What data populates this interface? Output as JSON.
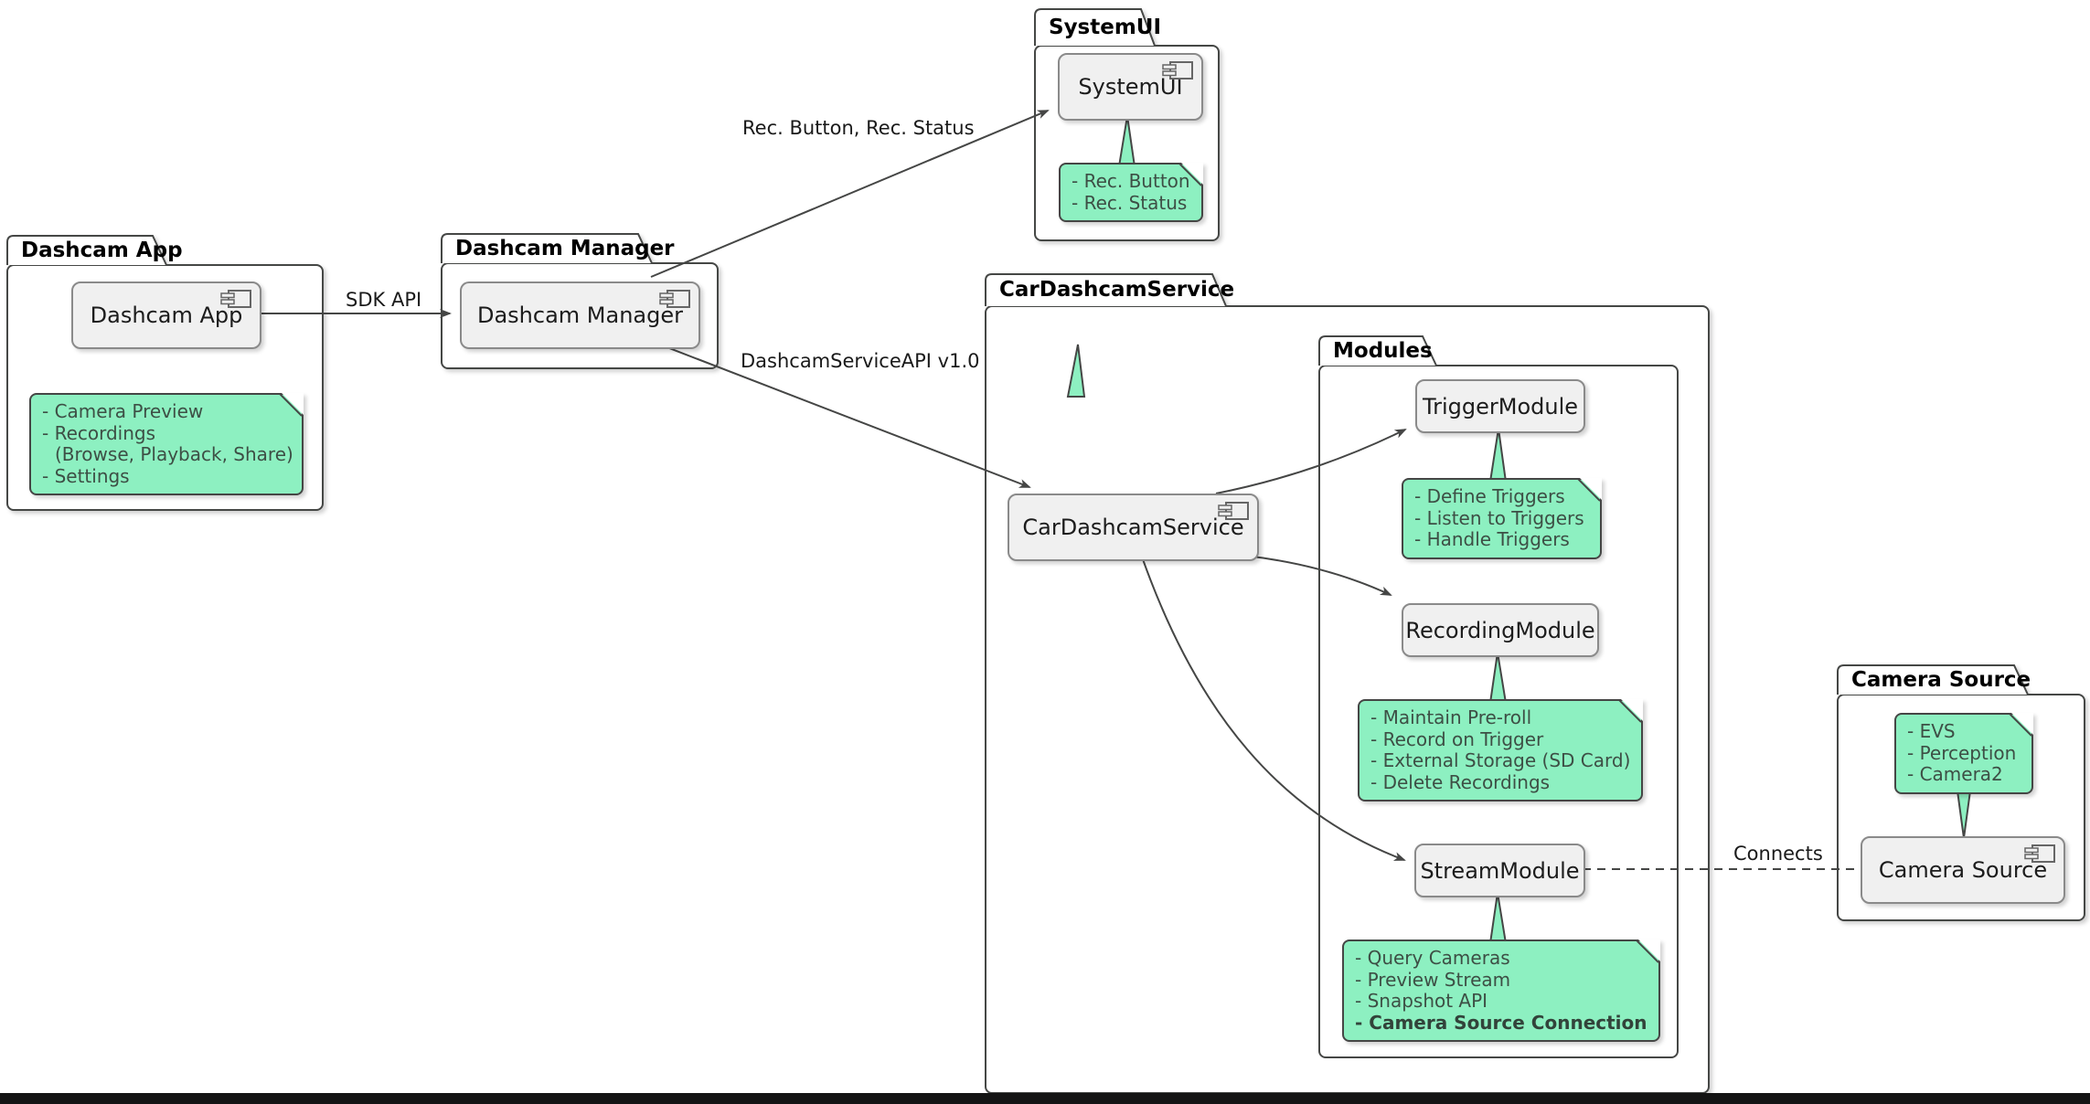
{
  "colors": {
    "note_fill": "#8df0c1",
    "note_border": "#454645",
    "component_fill": "#f0f0f0",
    "component_border": "#8a8a8a",
    "package_border": "#454645",
    "line": "#454645",
    "bottom_bar": "#141414"
  },
  "packages": {
    "dashcam_app": {
      "label": "Dashcam App"
    },
    "dashcam_manager": {
      "label": "Dashcam Manager"
    },
    "systemui": {
      "label": "SystemUI"
    },
    "car_dashcam_service": {
      "label": "CarDashcamService"
    },
    "modules": {
      "label": "Modules"
    },
    "camera_source": {
      "label": "Camera Source"
    }
  },
  "components": {
    "dashcam_app": {
      "label": "Dashcam App"
    },
    "dashcam_manager": {
      "label": "Dashcam Manager"
    },
    "systemui": {
      "label": "SystemUI"
    },
    "car_dashcam_service": {
      "label": "CarDashcamService"
    },
    "trigger_module": {
      "label": "TriggerModule"
    },
    "recording_module": {
      "label": "RecordingModule"
    },
    "stream_module": {
      "label": "StreamModule"
    },
    "camera_source": {
      "label": "Camera Source"
    }
  },
  "notes": {
    "systemui": {
      "lines": [
        "- Rec. Button",
        "- Rec. Status"
      ]
    },
    "dashcam_app": {
      "lines": [
        "- Camera Preview",
        "- Recordings",
        "(Browse, Playback, Share)",
        "- Settings"
      ]
    },
    "trigger_module": {
      "lines": [
        "- Define Triggers",
        "- Listen to Triggers",
        "- Handle Triggers"
      ]
    },
    "recording_module": {
      "lines": [
        "- Maintain Pre-roll",
        "- Record on Trigger",
        "- External Storage (SD Card)",
        "- Delete Recordings"
      ]
    },
    "stream_module": {
      "lines": [
        "- Query Cameras",
        "- Preview Stream",
        "- Snapshot API"
      ],
      "bold_line": "- Camera Source Connection"
    },
    "camera_source": {
      "lines": [
        "- EVS",
        "- Perception",
        "- Camera2"
      ]
    }
  },
  "edge_labels": {
    "sdk_api": "SDK API",
    "rec_button_status": "Rec. Button, Rec. Status",
    "dashcam_service_api": "DashcamServiceAPI v1.0",
    "connects": "Connects"
  }
}
